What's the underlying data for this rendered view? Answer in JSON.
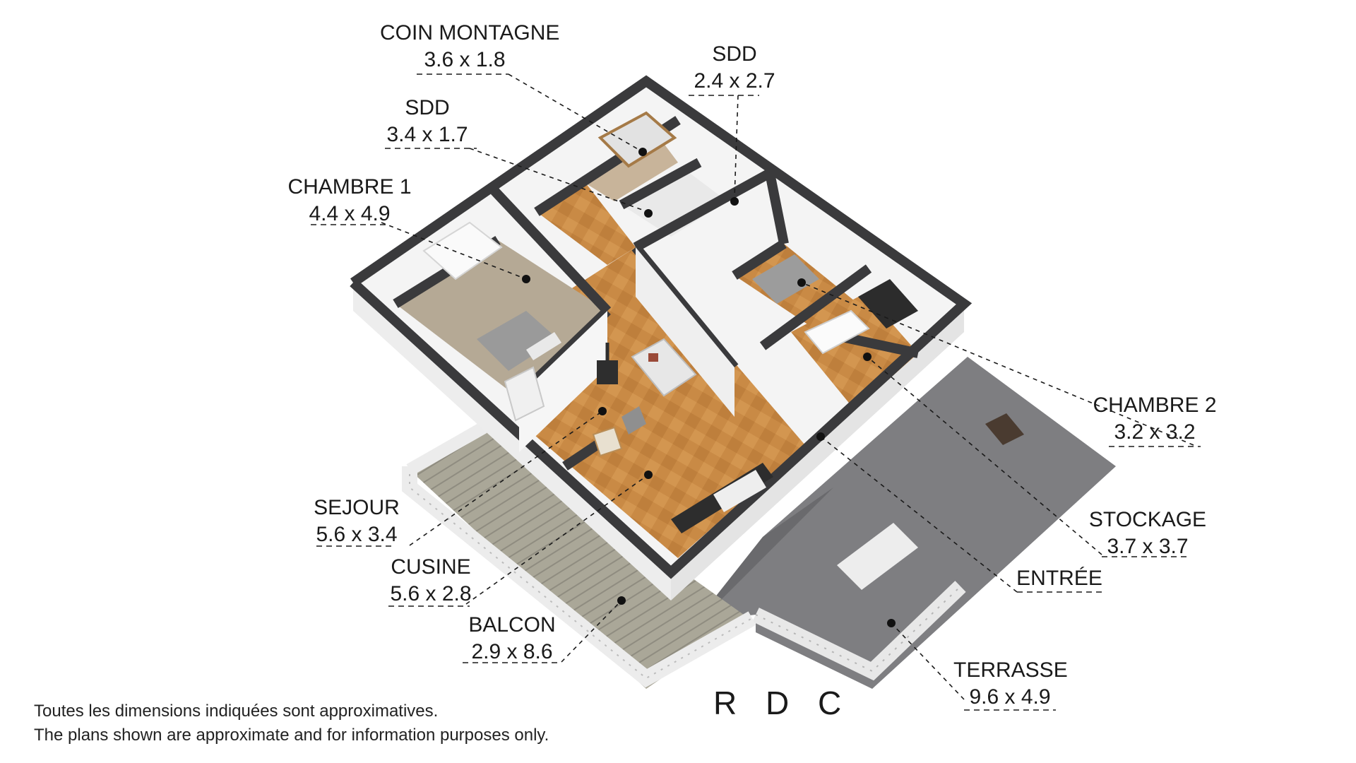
{
  "floor_label": "R D C",
  "rooms": [
    {
      "name": "COIN MONTAGNE",
      "dims": "3.6 x 1.8"
    },
    {
      "name": "SDD",
      "dims": "2.4 x 2.7"
    },
    {
      "name": "SDD",
      "dims": "3.4 x 1.7"
    },
    {
      "name": "CHAMBRE 1",
      "dims": "4.4 x 4.9"
    },
    {
      "name": "CHAMBRE 2",
      "dims": "3.2 x 3.2"
    },
    {
      "name": "STOCKAGE",
      "dims": "3.7 x 3.7"
    },
    {
      "name": "ENTRÉE",
      "dims": ""
    },
    {
      "name": "SEJOUR",
      "dims": "5.6 x 3.4"
    },
    {
      "name": "CUSINE",
      "dims": "5.6 x 2.8"
    },
    {
      "name": "BALCON",
      "dims": "2.9 x 8.6"
    },
    {
      "name": "TERRASSE",
      "dims": "9.6 x 4.9"
    }
  ],
  "disclaimer": {
    "fr": "Toutes les dimensions indiquées sont approximatives.",
    "en": "The plans shown are approximate and for information purposes only."
  },
  "colors": {
    "wall_top": "#3a3a3c",
    "wall_side": "#f2f2f2",
    "wood_floor": "#c98a45",
    "carpet": "#b7aa95",
    "terrace": "#7d7d80",
    "balcony_deck": "#a8a596"
  }
}
